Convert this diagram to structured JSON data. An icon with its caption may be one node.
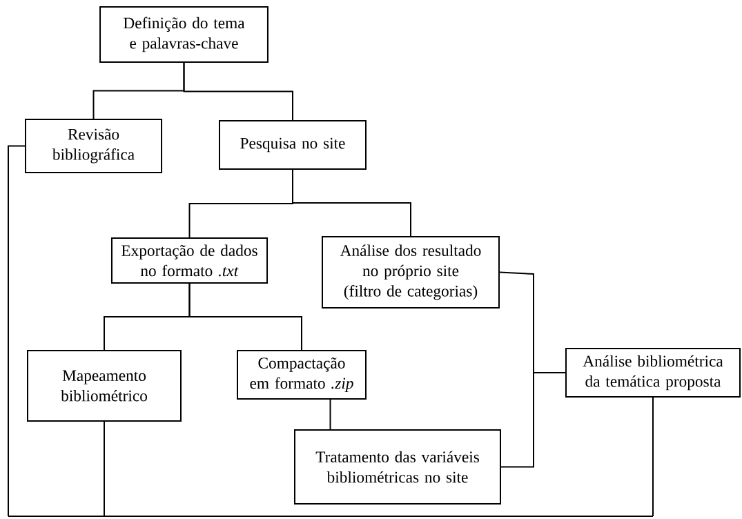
{
  "diagram": {
    "nodes": [
      {
        "text": [
          "Definição do tema e palavras-chave"
        ]
      },
      {
        "text": [
          "Revisão bibliográfica"
        ]
      },
      {
        "text": [
          "Pesquisa no site"
        ]
      },
      {
        "text": [
          "Exportação de dados no formato *.txt*"
        ]
      },
      {
        "text": [
          "Análise dos resultado no próprio site (filtro de categorias)"
        ]
      },
      {
        "text": [
          "Mapeamento bibliométrico"
        ]
      },
      {
        "text": [
          "Compactação em formato *.zip*"
        ]
      },
      {
        "text": [
          "Tratamento das variáveis bibliométricas no site"
        ]
      },
      {
        "text": [
          "Análise bibliométrica da temática proposta"
        ]
      }
    ],
    "edges": [
      {
        "from": 0,
        "to": 1,
        "arrow": "none"
      },
      {
        "from": 0,
        "to": 2,
        "arrow": "none"
      },
      {
        "from": 2,
        "to": 3,
        "arrow": "none"
      },
      {
        "from": 2,
        "to": 4,
        "arrow": "none"
      },
      {
        "from": 3,
        "to": 5,
        "arrow": "none"
      },
      {
        "from": 3,
        "to": 6,
        "arrow": "none"
      },
      {
        "from": 6,
        "to": 7,
        "arrow": "none"
      },
      {
        "from": 4,
        "to": 8,
        "arrow": "none"
      },
      {
        "from": 7,
        "to": 8,
        "arrow": "none"
      },
      {
        "from": 1,
        "to": null,
        "arrow": "none"
      },
      {
        "from": 5,
        "to": null,
        "arrow": "none"
      },
      {
        "from": 8,
        "to": null,
        "arrow": "none"
      }
    ]
  }
}
